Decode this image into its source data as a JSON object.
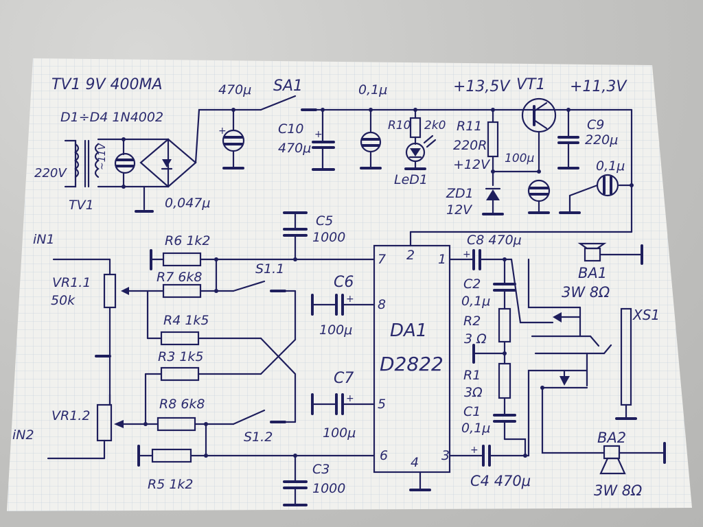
{
  "power": {
    "tv1_header": "TV1 9V 400MA",
    "diodes": "D1÷D4 1N4002",
    "mains": "220V",
    "secondary": "~11V",
    "tv1_label": "TV1",
    "cap_047": "0,047μ",
    "c470": "470μ",
    "sa1": "SA1",
    "c10": "C10",
    "c10_val": "470μ",
    "c01": "0,1μ",
    "r10": "R10",
    "r10_val": "2k0",
    "led": "LeD1",
    "v135": "+13,5V",
    "vt1": "VT1",
    "r11": "R11",
    "r11_val": "220R",
    "v12": "+12V",
    "zd1": "ZD1",
    "zd1_val": "12V",
    "c100": "100μ",
    "v113": "+11,3V",
    "c9": "C9",
    "c9_val": "220μ",
    "c01b": "0,1μ"
  },
  "amp": {
    "in1": "iN1",
    "in2": "iN2",
    "vr11": "VR1.1",
    "vr11_val": "50k",
    "vr12": "VR1.2",
    "r6": "R6 1k2",
    "r7": "R7 6k8",
    "r4": "R4 1k5",
    "r3": "R3 1k5",
    "r8": "R8 6k8",
    "r5": "R5 1k2",
    "s11": "S1.1",
    "s12": "S1.2",
    "c5": "C5",
    "c5_val": "1000",
    "c3": "C3",
    "c3_val": "1000",
    "c6": "C6",
    "c6_val": "100μ",
    "c7": "C7",
    "c7_val": "100μ",
    "da1": "DA1",
    "da1_part": "D2822",
    "pin7": "7",
    "pin2": "2",
    "pin1": "1",
    "pin8": "8",
    "pin5": "5",
    "pin6": "6",
    "pin4": "4",
    "pin3": "3",
    "c8": "C8 470μ",
    "c2": "C2",
    "c2_val": "0,1μ",
    "r2": "R2",
    "r2_val": "3 Ω",
    "r1": "R1",
    "r1_val": "3Ω",
    "c1": "C1",
    "c1_val": "0,1μ",
    "c4": "C4 470μ",
    "ba1": "BA1",
    "ba1_val": "3W 8Ω",
    "ba2": "BA2",
    "ba2_val": "3W 8Ω",
    "xs1": "XS1"
  },
  "colors": {
    "ink": "#1e1e5c",
    "paper": "#f1f1ee",
    "grid": "#c9d3dd"
  }
}
